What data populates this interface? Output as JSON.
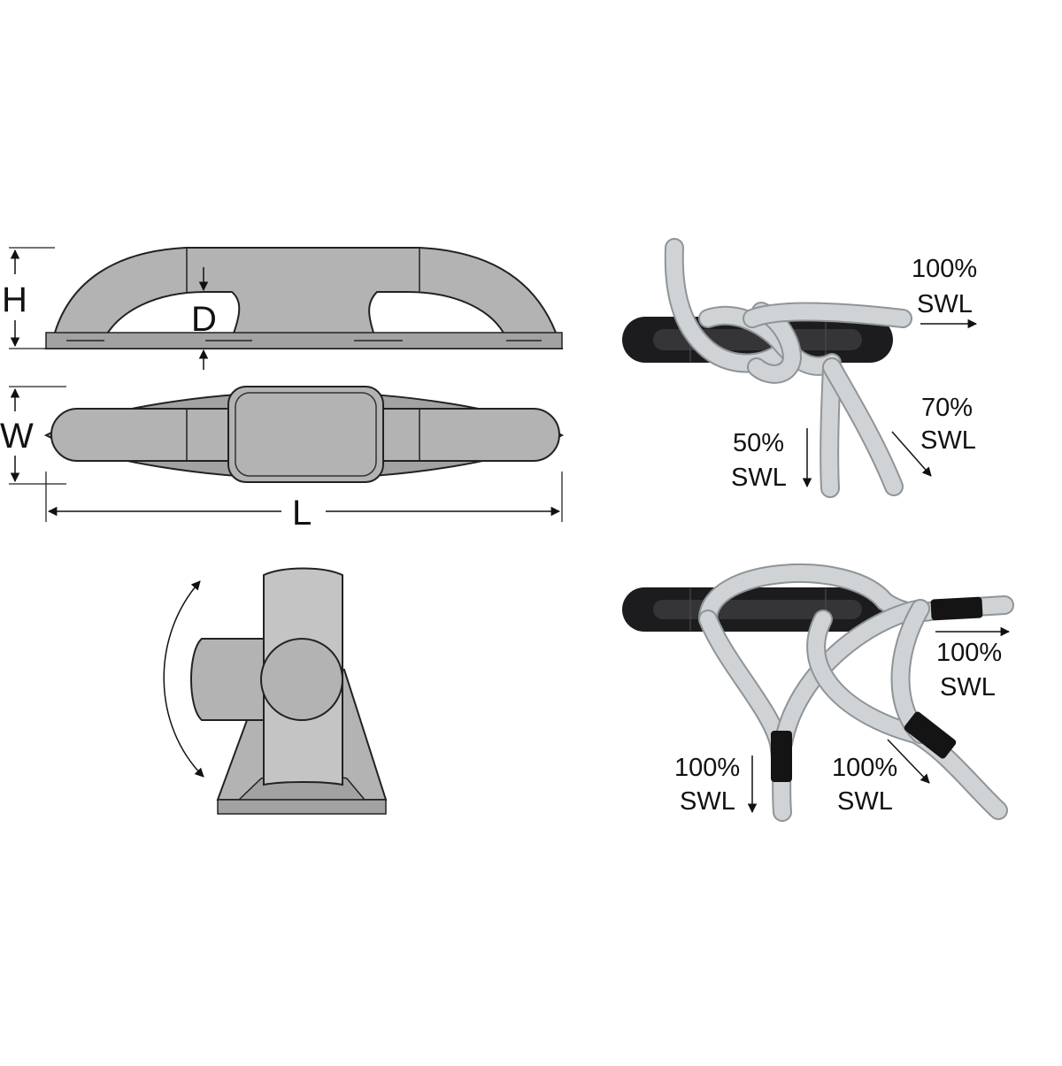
{
  "dimensions": {
    "height_label": "H",
    "depth_label": "D",
    "width_label": "W",
    "length_label": "L"
  },
  "loads": {
    "knot_horizontal": {
      "value": "100%",
      "unit": "SWL"
    },
    "knot_down": {
      "value": "50%",
      "unit": "SWL"
    },
    "knot_diagonal": {
      "value": "70%",
      "unit": "SWL"
    },
    "loop_horizontal": {
      "value": "100%",
      "unit": "SWL"
    },
    "loop_down": {
      "value": "100%",
      "unit": "SWL"
    },
    "loop_diagonal": {
      "value": "100%",
      "unit": "SWL"
    }
  },
  "colors": {
    "part_body": "#b3b3b3",
    "part_dark": "#a2a2a2",
    "part_light": "#c4c4c4",
    "outline": "#222222",
    "ring": "#1c1c1e",
    "rope": "#cfd3d5",
    "rope_shade": "#9ea3a6",
    "whipping": "#141414"
  }
}
